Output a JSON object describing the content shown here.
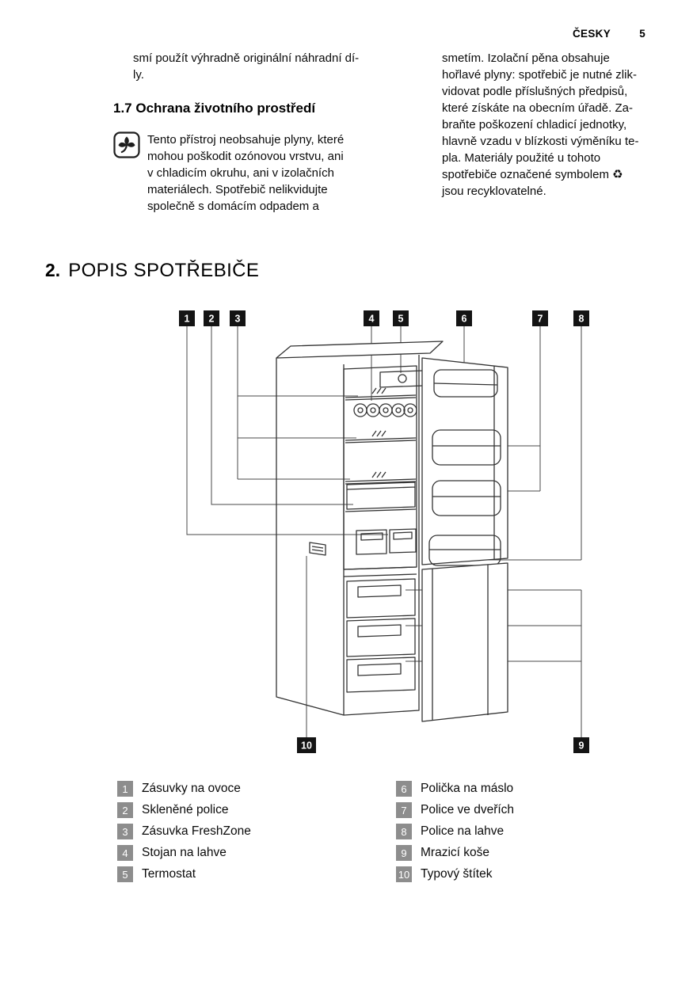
{
  "header": {
    "language_label": "ČESKY",
    "page_number": "5"
  },
  "section_1_7": {
    "left_paragraph_lines": [
      "smí použít výhradně originální náhradní dí-",
      "ly."
    ],
    "heading": "1.7 Ochrana životního prostředí",
    "paragraph_lines": [
      "Tento přístroj neobsahuje plyny, které",
      "mohou poškodit ozónovou vrstvu, ani",
      "v chladicím okruhu, ani v izolačních",
      "materiálech. Spotřebič nelikvidujte",
      "společně s domácím odpadem a"
    ],
    "right_paragraph_lines": [
      "smetím. Izolační pěna obsahuje",
      "hořlavé plyny: spotřebič je nutné zlik-",
      "vidovat podle příslušných předpisů,",
      "které získáte na obecním úřadě. Za-",
      "braňte poškození chladicí jednotky,",
      "hlavně vzadu v blízkosti výměníku te-",
      "pla. Materiály použité u tohoto",
      "spotřebiče označené symbolem ♻",
      "jsou recyklovatelné."
    ]
  },
  "section_2": {
    "number": "2.",
    "title": "POPIS SPOTŘEBIČE"
  },
  "diagram": {
    "callouts": [
      "1",
      "2",
      "3",
      "4",
      "5",
      "6",
      "7",
      "8",
      "9",
      "10"
    ]
  },
  "legend": {
    "items_left": [
      {
        "num": "1",
        "label": "Zásuvky na ovoce"
      },
      {
        "num": "2",
        "label": "Skleněné police"
      },
      {
        "num": "3",
        "label": "Zásuvka FreshZone"
      },
      {
        "num": "4",
        "label": "Stojan na lahve"
      },
      {
        "num": "5",
        "label": "Termostat"
      }
    ],
    "items_right": [
      {
        "num": "6",
        "label": "Polička na máslo"
      },
      {
        "num": "7",
        "label": "Police ve dveřích"
      },
      {
        "num": "8",
        "label": "Police na lahve"
      },
      {
        "num": "9",
        "label": "Mrazicí koše"
      },
      {
        "num": "10",
        "label": "Typový štítek"
      }
    ]
  }
}
